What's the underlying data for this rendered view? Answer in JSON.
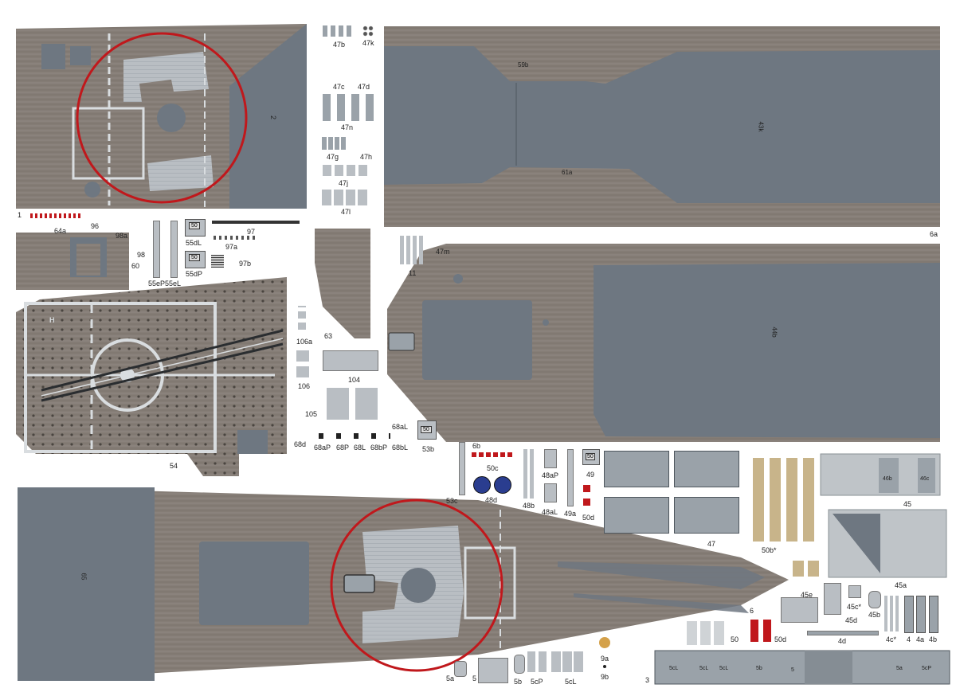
{
  "labels": {
    "p2": "2",
    "p6a": "6a",
    "p1": "1",
    "p64a": "64a",
    "p96": "96",
    "p98a": "98a",
    "p98": "98",
    "p60": "60",
    "p55eP": "55eP",
    "p55eL": "55eL",
    "p55dL": "55dL",
    "p55dP": "55dP",
    "p97": "97",
    "p97a": "97a",
    "p97b": "97b",
    "p47b": "47b",
    "p47k": "47k",
    "p47c": "47c",
    "p47d": "47d",
    "p47n": "47n",
    "p47g": "47g",
    "p47h": "47h",
    "p47j": "47j",
    "p47l": "47l",
    "p59b": "59b",
    "p43k": "43k",
    "p61a": "61a",
    "p47m": "47m",
    "p11": "11",
    "p63": "63",
    "p106a": "106a",
    "p106": "106",
    "p104": "104",
    "p105": "105",
    "p44b": "44b",
    "p54": "54",
    "p68aL": "68aL",
    "p68d": "68d",
    "p68aP": "68aP",
    "p68P": "68P",
    "p68L": "68L",
    "p68bP": "68bP",
    "p68bL": "68bL",
    "p53b": "53b",
    "p6b": "6b",
    "p50c": "50c",
    "p48d": "48d",
    "p53c": "53c",
    "p48b": "48b",
    "p48aP": "48aP",
    "p48aL": "48aL",
    "p49a": "49a",
    "p49": "49",
    "p50d": "50d",
    "p47": "47",
    "p50b": "50b*",
    "p45": "45",
    "p45a": "45a",
    "p65": "65",
    "p45e": "45e",
    "p45c": "45c*",
    "p45d": "45d",
    "p45b": "45b",
    "p6": "6",
    "p50": "50",
    "p50d2": "50d",
    "p4d": "4d",
    "p4c": "4c*",
    "p4": "4",
    "p4a": "4a",
    "p4b": "4b",
    "p9a": "9a",
    "p9b": "9b",
    "p5a": "5a",
    "p5": "5",
    "p5b": "5b",
    "p5cP": "5cP",
    "p5cL": "5cL",
    "p3": "3",
    "heli": "H",
    "tag50": "50",
    "s5cL": "5cL",
    "s5b": "5b",
    "s5": "5",
    "s5a": "5a",
    "s5cP": "5cP",
    "s46b": "46b",
    "s46c": "46c"
  },
  "colors": {
    "deck": "#857d76",
    "slate": "#6e7781",
    "pad_line": "#d9dde0",
    "circle": "#c0181c",
    "plank": "#b9bec3"
  }
}
